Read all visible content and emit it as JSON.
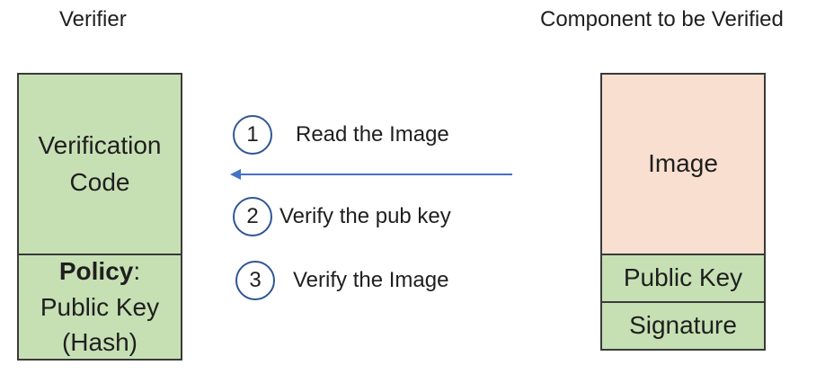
{
  "verifier": {
    "title": "Verifier",
    "code_line1": "Verification",
    "code_line2": "Code",
    "policy_label": "Policy",
    "policy_colon": ":",
    "policy_line2": "Public Key",
    "policy_line3": "(Hash)"
  },
  "component": {
    "title": "Component to be Verified",
    "image": "Image",
    "public_key": "Public Key",
    "signature": "Signature"
  },
  "steps": [
    {
      "number": "1",
      "text": "Read the Image"
    },
    {
      "number": "2",
      "text": "Verify the pub key"
    },
    {
      "number": "3",
      "text": "Verify the Image"
    }
  ],
  "colors": {
    "green": "#c6e0b4",
    "peach": "#f8dfcf",
    "arrow": "#4472c4",
    "circle_border": "#2f5597"
  }
}
